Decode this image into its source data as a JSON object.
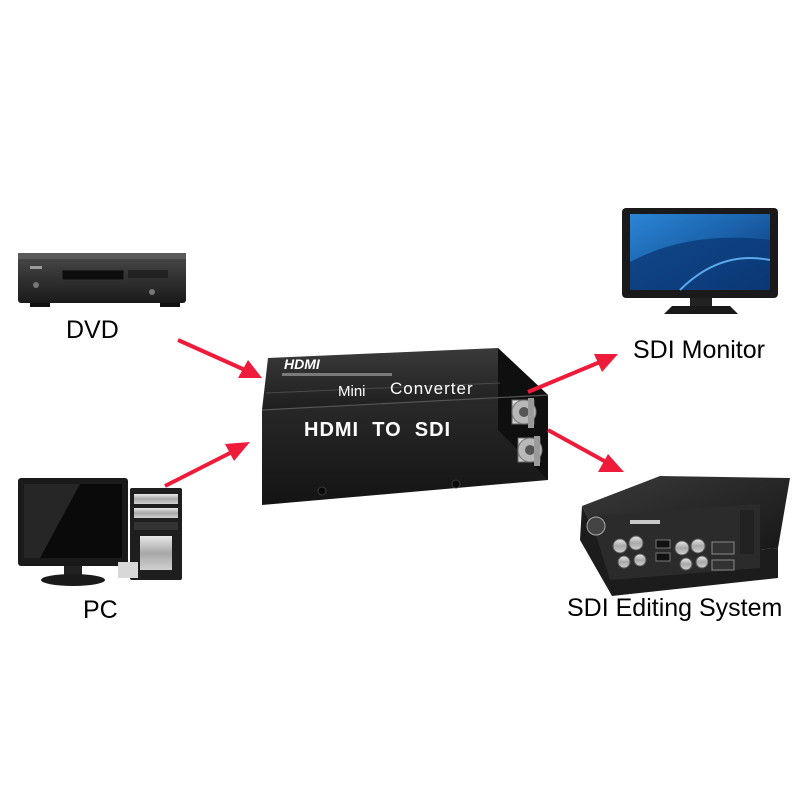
{
  "labels": {
    "dvd": "DVD",
    "pc": "PC",
    "sdi_monitor": "SDI Monitor",
    "sdi_editing_system": "SDI Editing System"
  },
  "converter": {
    "logo": "HDMI",
    "mini": "Mini",
    "converter": "Converter",
    "title": "HDMI  TO  SDI"
  },
  "colors": {
    "arrow": "#ee1c3a",
    "device_body": "#1c1c1c",
    "screen_blue": "#1f6fb8"
  }
}
